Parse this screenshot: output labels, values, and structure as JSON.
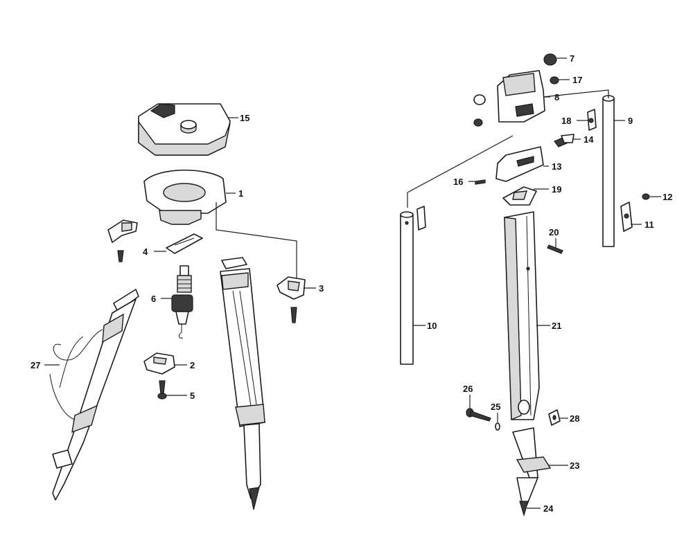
{
  "callouts": {
    "c1": "1",
    "c2": "2",
    "c3": "3",
    "c4": "4",
    "c5": "5",
    "c6": "6",
    "c7": "7",
    "c8": "8",
    "c9": "9",
    "c10": "10",
    "c11": "11",
    "c12": "12",
    "c13": "13",
    "c14": "14",
    "c15": "15",
    "c16": "16",
    "c17": "17",
    "c18": "18",
    "c19": "19",
    "c20": "20",
    "c21": "21",
    "c23": "23",
    "c24": "24",
    "c25": "25",
    "c26": "26",
    "c27": "27",
    "c28": "28"
  }
}
